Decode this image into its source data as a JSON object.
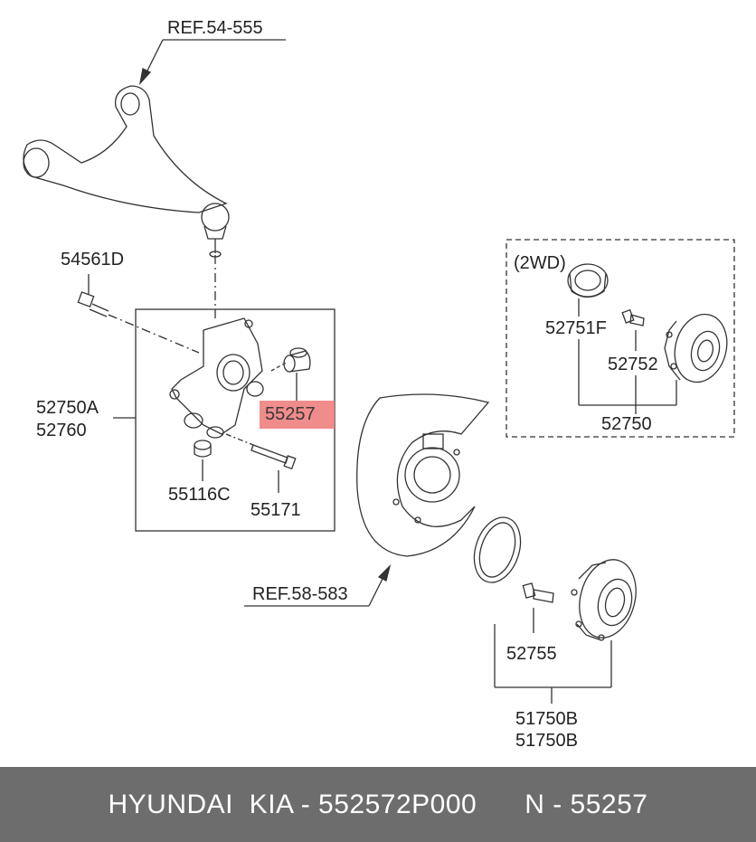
{
  "labels": {
    "ref_54_555": "REF.54-555",
    "p54561d": "54561D",
    "p52750a": "52750A",
    "p52760": "52760",
    "p55257": "55257",
    "p55116c": "55116C",
    "p55171": "55171",
    "ref_58_583": "REF.58-583",
    "twowd": "(2WD)",
    "p52751f": "52751F",
    "p52752": "52752",
    "p52750": "52750",
    "p52755": "52755",
    "p51750b_1": "51750B",
    "p51750b_2": "51750B"
  },
  "highlight_color": "#f08080",
  "footer": {
    "brand": "HYUNDAI  KIA - 552572P000",
    "part": "N - 55257"
  }
}
